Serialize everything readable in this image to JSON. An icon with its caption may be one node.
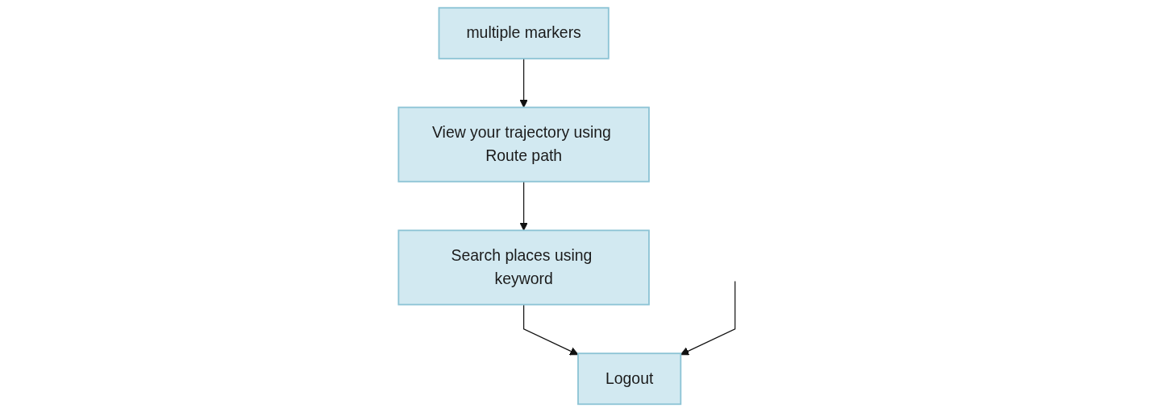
{
  "diagram": {
    "nodes": [
      {
        "text": [
          "multiple markers"
        ]
      },
      {
        "text": [
          "Logout"
        ]
      },
      {
        "text": [
          "View your trajectory using Route path"
        ]
      },
      {
        "text": [
          "Search places using keyword"
        ]
      }
    ],
    "edges": [
      {
        "from": 0,
        "to": 2,
        "arrow": "to"
      },
      {
        "from": 2,
        "to": 3,
        "arrow": "to"
      },
      {
        "from": 3,
        "to": 1,
        "arrow": "to"
      },
      {
        "from": null,
        "to": 1,
        "arrow": "to"
      }
    ]
  }
}
